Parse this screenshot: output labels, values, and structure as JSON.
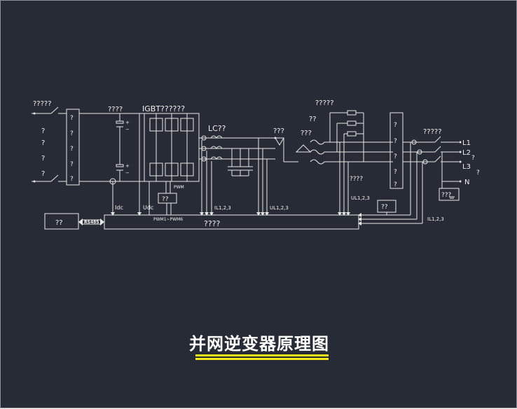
{
  "diagram": {
    "title": "并网逆变器原理图",
    "labels": {
      "pv_input": "?????",
      "input_marks": [
        "?",
        "?",
        "?",
        "?"
      ],
      "filter_marks": [
        "?",
        "?",
        "?",
        "?",
        "?"
      ],
      "capacitors": "????",
      "igbt": "IGBT??????",
      "lc_filter": "LC??",
      "pwm": "PWM",
      "driver": "??",
      "idc": "Idc",
      "udc": "Udc",
      "il": "IL1,2,3",
      "ul_mid": "UL1,2,3",
      "pwm_range": "PWM1~PWM6",
      "controller": "????",
      "comm_box": "??",
      "rs485": "RS485",
      "transformer_top": "???",
      "transformer_left": "???",
      "transformer_side": "??",
      "relay_top": "?????",
      "sensor": "????",
      "ul_right": "UL1,2,3",
      "small_box": "??",
      "breaker_marks": [
        "?",
        "?",
        "?",
        "?",
        "?"
      ],
      "output_top": "?????",
      "l1": "L1",
      "l2": "L2",
      "l3": "L3",
      "n": "N",
      "q2": "?",
      "q3": "?",
      "ground_box": "???",
      "il_right": "IL1,2,3"
    }
  }
}
